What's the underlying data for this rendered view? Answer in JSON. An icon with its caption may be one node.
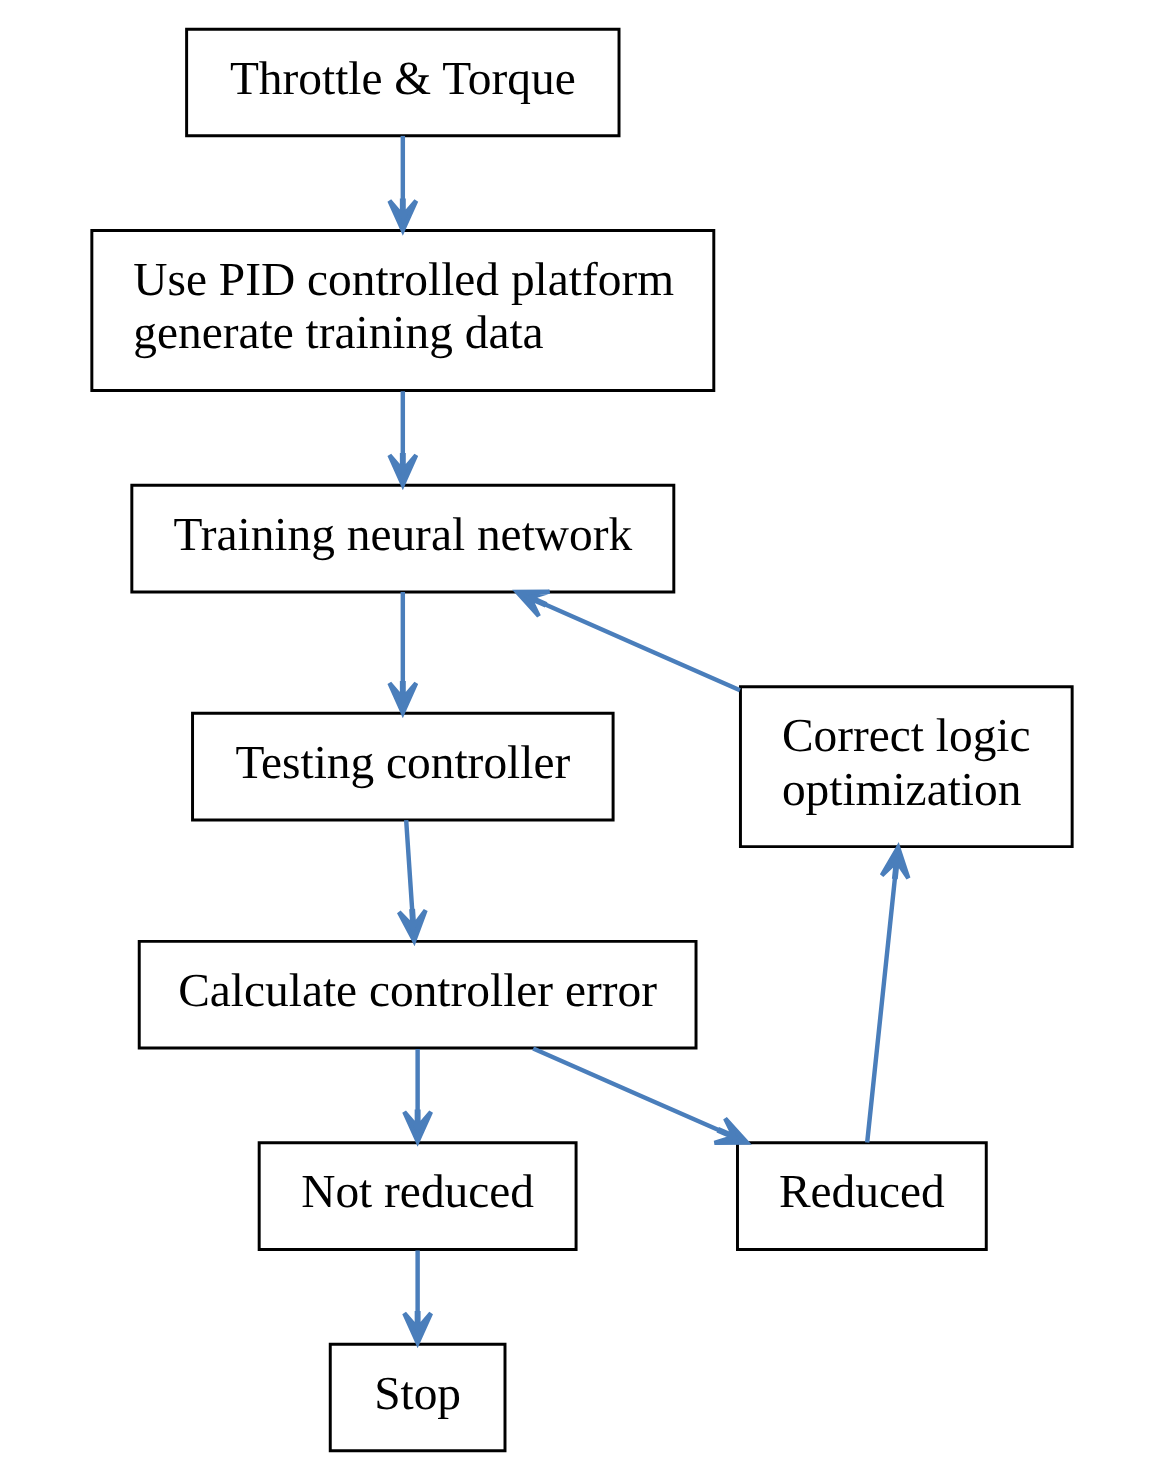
{
  "diagram": {
    "nodes": [
      {
        "text": [
          "Throttle & Torque"
        ]
      },
      {
        "text": [
          "Use PID controlled platform generate training data"
        ]
      },
      {
        "text": [
          "Training neural network"
        ]
      },
      {
        "text": [
          "Testing controller"
        ]
      },
      {
        "text": [
          "Calculate controller error"
        ]
      },
      {
        "text": [
          "Not reduced"
        ]
      },
      {
        "text": [
          "Reduced"
        ]
      },
      {
        "text": [
          "Correct logic optimization"
        ]
      },
      {
        "text": [
          "Stop"
        ]
      }
    ],
    "edges": [
      {
        "from": 0,
        "to": 1,
        "arrow": "to"
      },
      {
        "from": 1,
        "to": 2,
        "arrow": "to"
      },
      {
        "from": 2,
        "to": 3,
        "arrow": "to"
      },
      {
        "from": 3,
        "to": 4,
        "arrow": "to"
      },
      {
        "from": 4,
        "to": 5,
        "arrow": "to"
      },
      {
        "from": 4,
        "to": 6,
        "arrow": "to"
      },
      {
        "from": 5,
        "to": 8,
        "arrow": "to"
      },
      {
        "from": 6,
        "to": 7,
        "arrow": "to"
      },
      {
        "from": 7,
        "to": 2,
        "arrow": "to"
      }
    ]
  }
}
